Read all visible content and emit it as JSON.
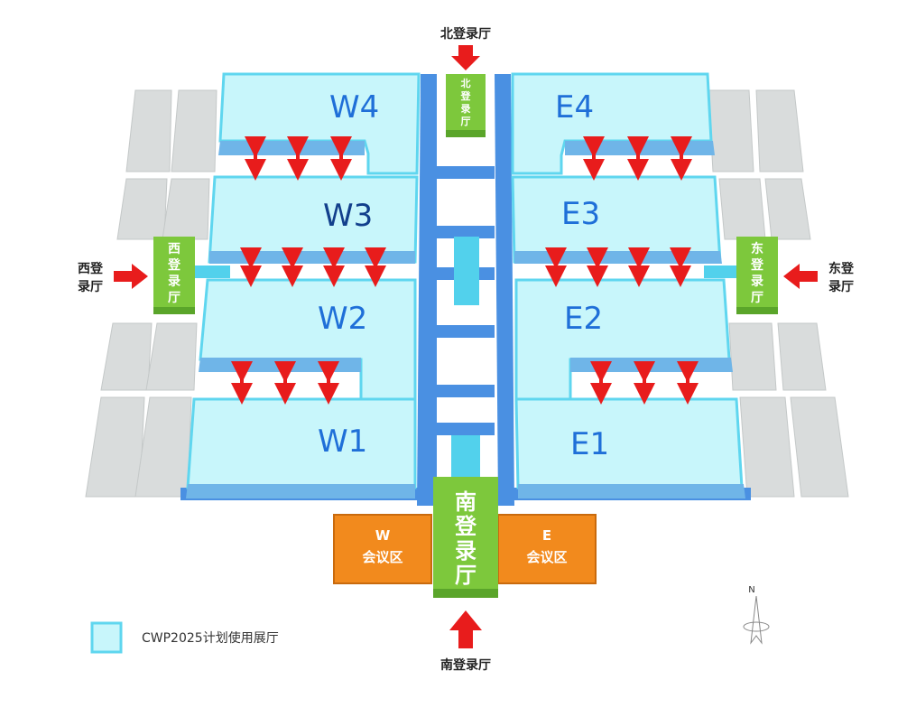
{
  "colors": {
    "hall": "#c8f6fb",
    "hall_border": "#5fd6ef",
    "corridor": "#4a90e2",
    "lobby": "#7dc83c",
    "meeting": "#f28a1d",
    "arrow": "#e81c1c",
    "unused": "#d9dcdc",
    "label": "#1f6fd8"
  },
  "halls": {
    "w4": "W4",
    "w3": "W3",
    "w2": "W2",
    "w1": "W1",
    "e4": "E4",
    "e3": "E3",
    "e2": "E2",
    "e1": "E1"
  },
  "lobbies": {
    "north": [
      "北",
      "登",
      "录",
      "厅"
    ],
    "south": [
      "南",
      "登",
      "录",
      "厅"
    ],
    "west": [
      "西",
      "登",
      "录",
      "厅"
    ],
    "east": [
      "东",
      "登",
      "录",
      "厅"
    ]
  },
  "entrances": {
    "north": "北登录厅",
    "south": "南登录厅",
    "west": [
      "西登",
      "录厅"
    ],
    "east": [
      "东登",
      "录厅"
    ]
  },
  "meeting": {
    "west": [
      "W",
      "会议区"
    ],
    "east": [
      "E",
      "会议区"
    ]
  },
  "compass": "N",
  "legend": "CWP2025计划使用展厅"
}
